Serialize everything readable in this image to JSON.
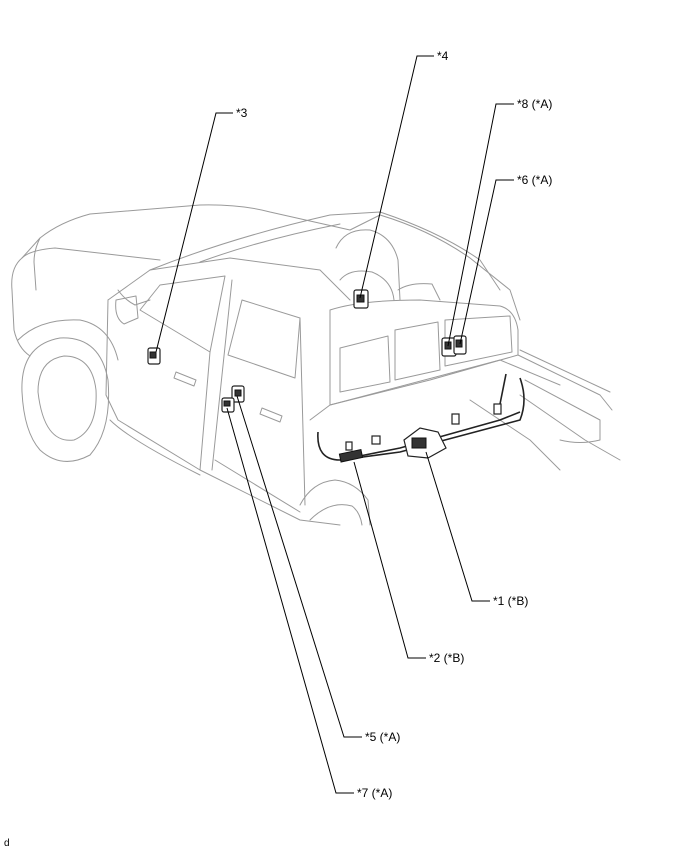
{
  "callouts": {
    "c1": "*1 (*B)",
    "c2": "*2 (*B)",
    "c3": "*3",
    "c4": "*4",
    "c5": "*5 (*A)",
    "c6": "*6 (*A)",
    "c7": "*7 (*A)",
    "c8": "*8 (*A)"
  },
  "footer": "d"
}
